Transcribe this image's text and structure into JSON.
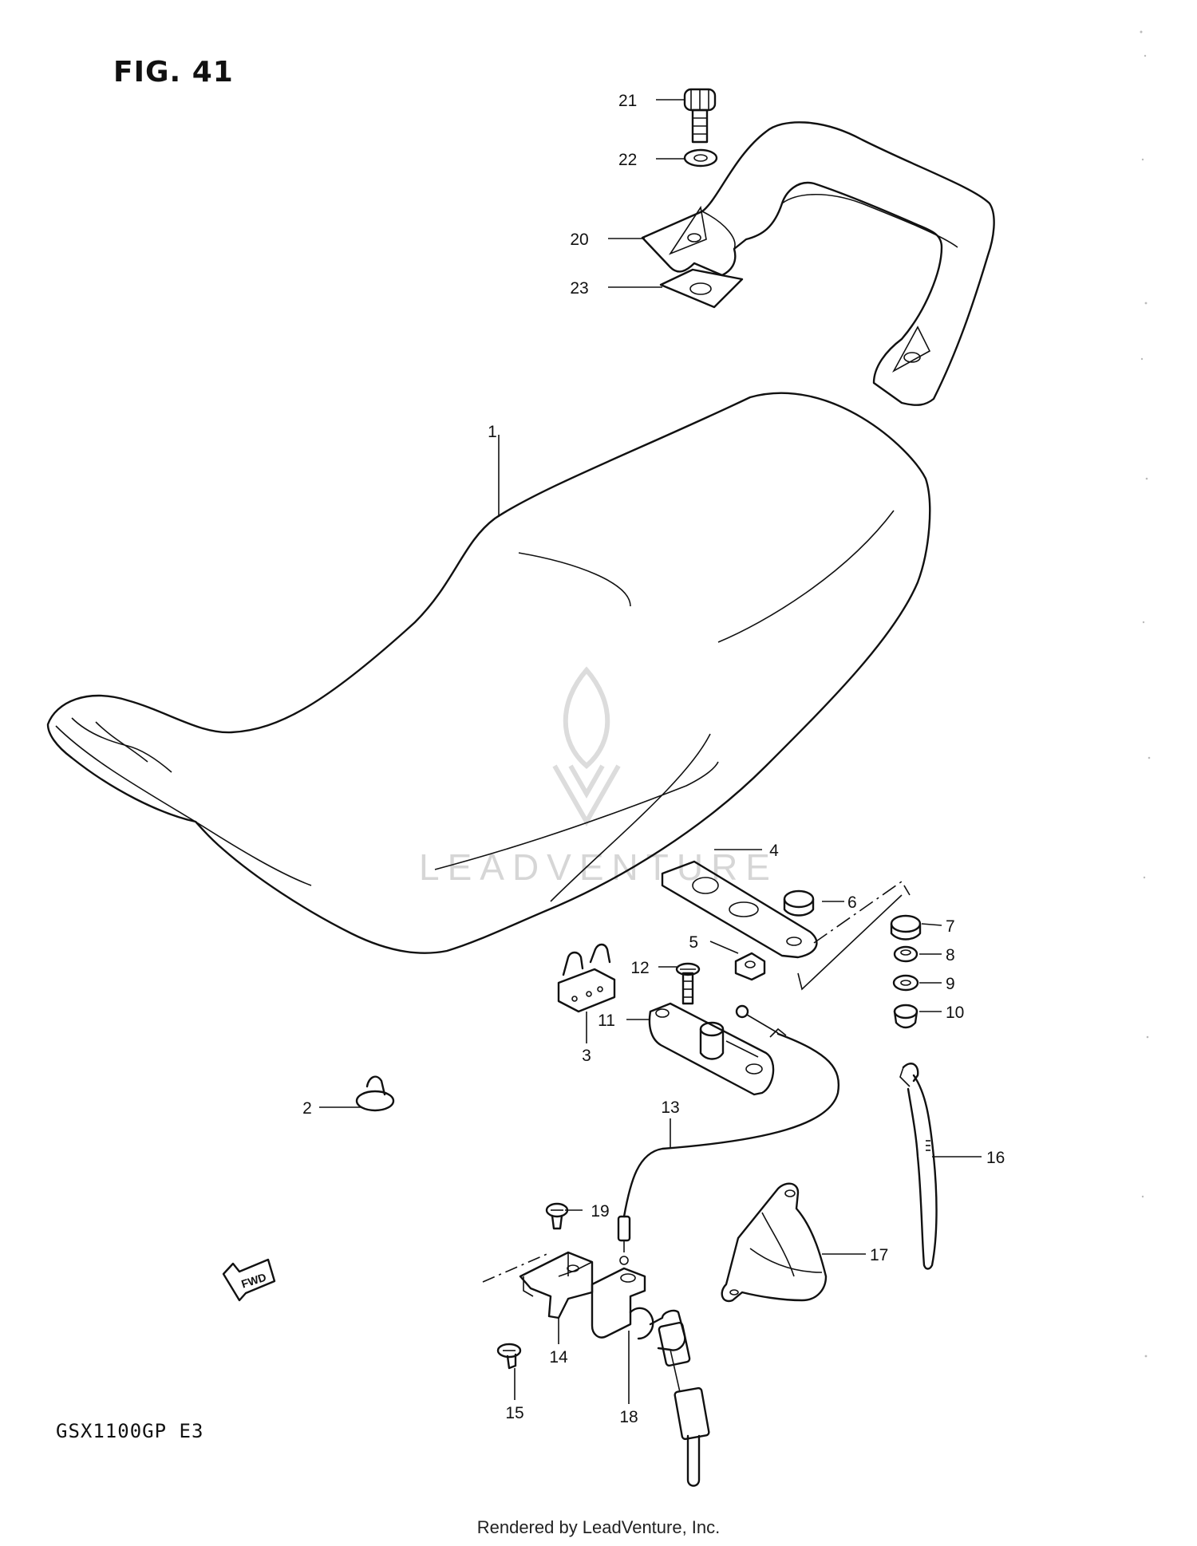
{
  "figure": {
    "title": "FIG. 41",
    "model": "GSX1100GP E3"
  },
  "watermark": {
    "text": "LEADVENTURE"
  },
  "footer": {
    "text": "Rendered by LeadVenture, Inc."
  },
  "direction_marker": {
    "label": "FWD"
  },
  "callouts": [
    {
      "id": "c1",
      "label": "1"
    },
    {
      "id": "c2",
      "label": "2"
    },
    {
      "id": "c3",
      "label": "3"
    },
    {
      "id": "c4",
      "label": "4"
    },
    {
      "id": "c5",
      "label": "5"
    },
    {
      "id": "c6",
      "label": "6"
    },
    {
      "id": "c7",
      "label": "7"
    },
    {
      "id": "c8",
      "label": "8"
    },
    {
      "id": "c9",
      "label": "9"
    },
    {
      "id": "c10",
      "label": "10"
    },
    {
      "id": "c11",
      "label": "11"
    },
    {
      "id": "c12",
      "label": "12"
    },
    {
      "id": "c13",
      "label": "13"
    },
    {
      "id": "c14",
      "label": "14"
    },
    {
      "id": "c15",
      "label": "15"
    },
    {
      "id": "c16",
      "label": "16"
    },
    {
      "id": "c17",
      "label": "17"
    },
    {
      "id": "c18",
      "label": "18"
    },
    {
      "id": "c19",
      "label": "19"
    },
    {
      "id": "c20",
      "label": "20"
    },
    {
      "id": "c21",
      "label": "21"
    },
    {
      "id": "c22",
      "label": "22"
    },
    {
      "id": "c23",
      "label": "23"
    }
  ]
}
